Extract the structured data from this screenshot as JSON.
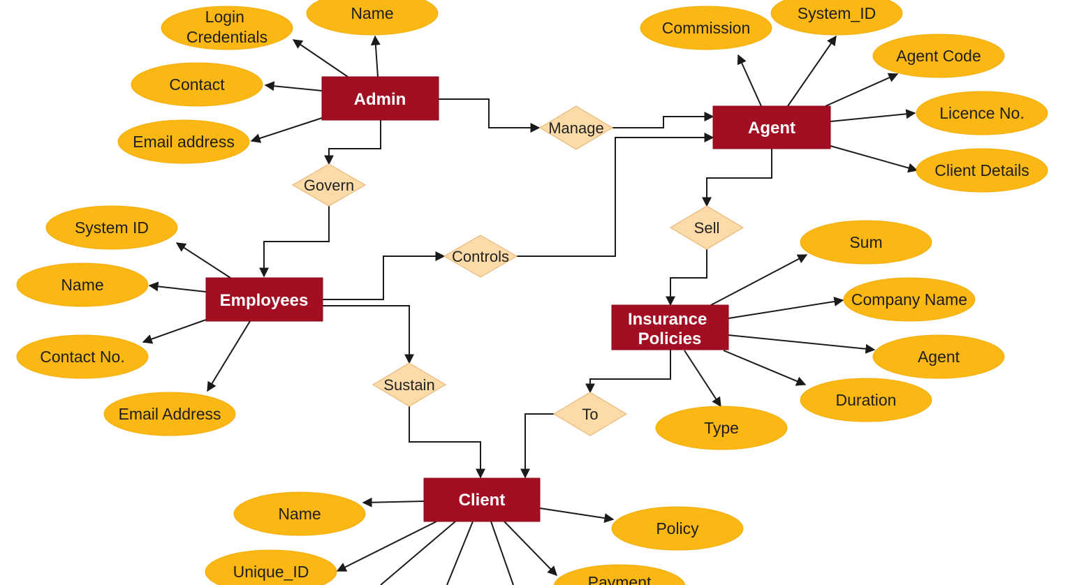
{
  "entities": {
    "admin": "Admin",
    "agent": "Agent",
    "employees": "Employees",
    "insurance": [
      "Insurance",
      "Policies"
    ],
    "client": "Client"
  },
  "relationships": {
    "manage": "Manage",
    "govern": "Govern",
    "controls": "Controls",
    "sell": "Sell",
    "sustain": "Sustain",
    "to": "To"
  },
  "attributes": {
    "admin": {
      "login": [
        "Login",
        "Credentials"
      ],
      "name": "Name",
      "contact": "Contact",
      "email": "Email address"
    },
    "agent": {
      "commission": "Commission",
      "system_id": "System_ID",
      "agent_code": "Agent Code",
      "licence": "Licence No.",
      "client_details": "Client Details"
    },
    "employees": {
      "system_id": "System ID",
      "name": "Name",
      "contact": "Contact No.",
      "email": "Email Address"
    },
    "insurance": {
      "sum": "Sum",
      "company": "Company Name",
      "agent": "Agent",
      "duration": "Duration",
      "type": "Type"
    },
    "client": {
      "name": "Name",
      "policy": "Policy",
      "unique_id": "Unique_ID",
      "payment": "Payment"
    }
  },
  "colors": {
    "entity_fill": "#a20f22",
    "attribute_fill": "#fbb714",
    "relationship_fill": "#fcdba8",
    "edge": "#1a1a1a"
  }
}
